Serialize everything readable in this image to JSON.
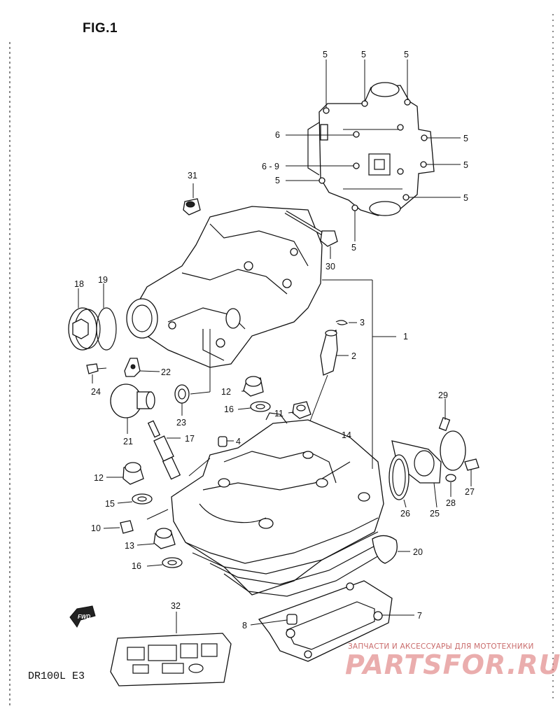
{
  "figure_title": "FIG.1",
  "model_code": "DR100L E3",
  "watermark": {
    "tagline": "ЗАПЧАСТИ И АКСЕССУАРЫ ДЛЯ МОТОТЕХНИКИ",
    "logo_text": "PARTSFOR.RU",
    "color": "#d96b6b"
  },
  "fwd_marker": "FWD",
  "callouts": {
    "c1": "1",
    "c2": "2",
    "c3": "3",
    "c4": "4",
    "c5a": "5",
    "c5b": "5",
    "c5c": "5",
    "c5d": "5",
    "c5e": "5",
    "c5f": "5",
    "c5g": "5",
    "c5h": "5",
    "c6": "6",
    "c69": "6 - 9",
    "c7": "7",
    "c8": "8",
    "c10": "10",
    "c11": "11",
    "c12a": "12",
    "c12b": "12",
    "c13": "13",
    "c14": "14",
    "c15": "15",
    "c16a": "16",
    "c16b": "16",
    "c17": "17",
    "c18": "18",
    "c19": "19",
    "c20": "20",
    "c21": "21",
    "c22": "22",
    "c23": "23",
    "c24": "24",
    "c25": "25",
    "c26": "26",
    "c27": "27",
    "c28": "28",
    "c29": "29",
    "c30": "30",
    "c31": "31",
    "c32": "32"
  }
}
